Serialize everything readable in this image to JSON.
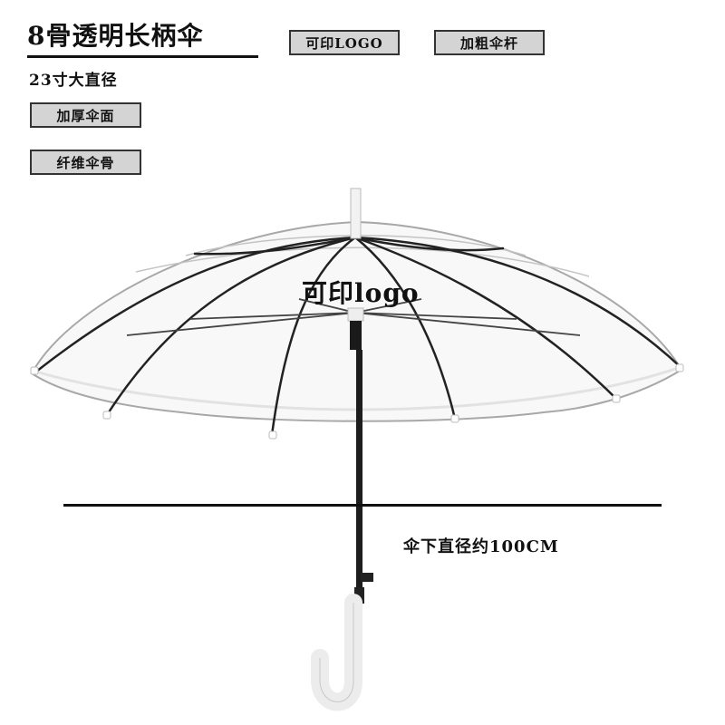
{
  "header": {
    "title": "8骨透明长柄伞",
    "subtitle": "23寸大直径"
  },
  "tags": {
    "logo": "可印LOGO",
    "shaft": "加粗伞杆",
    "thick_canopy": "加厚伞面",
    "fiber_ribs": "纤维伞骨"
  },
  "umbrella": {
    "logo_text": "可印logo"
  },
  "dimension": {
    "label": "伞下直径约100CM"
  },
  "colors": {
    "tag_background": "#d4d4d4",
    "text": "#111111",
    "rib": "#222222",
    "canopy_edge": "#9a9a9a"
  }
}
